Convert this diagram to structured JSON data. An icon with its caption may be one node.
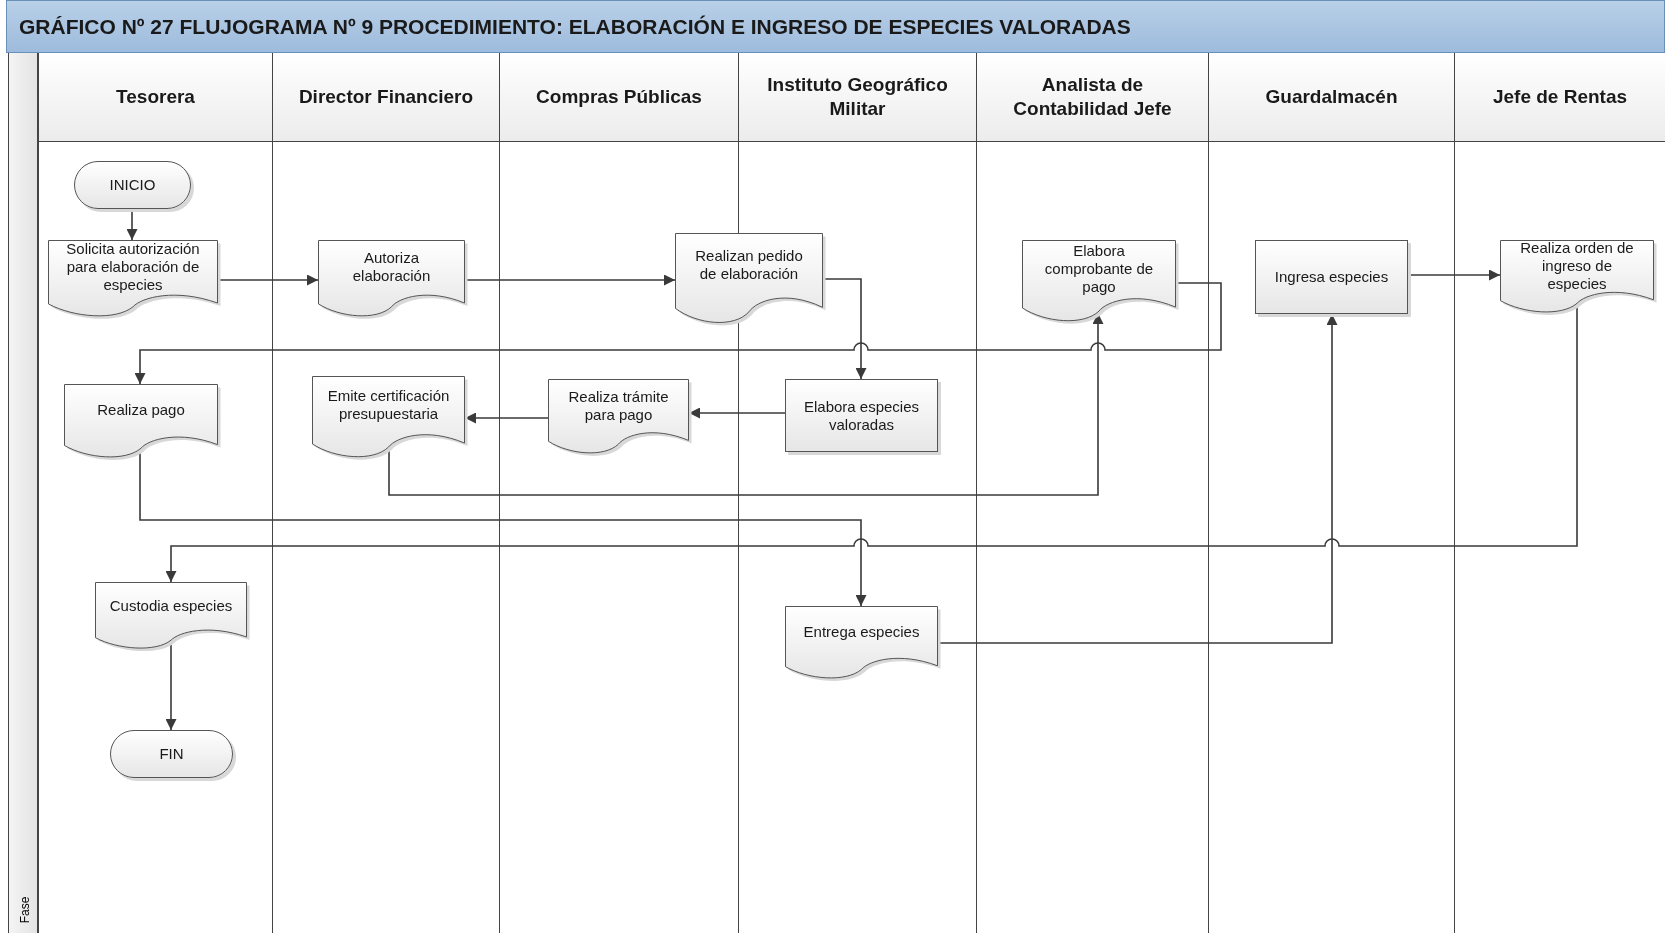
{
  "diagram": {
    "title": "GRÁFICO Nº 27 FLUJOGRAMA Nº 9 PROCEDIMIENTO: ELABORACIÓN E INGRESO DE ESPECIES VALORADAS",
    "nodes": [
      {
        "text": [
          "INICIO"
        ]
      },
      {
        "text": [
          "Solicita autorización para elaboración de especies"
        ]
      },
      {
        "text": [
          "Autoriza elaboración"
        ]
      },
      {
        "text": [
          "Realizan pedido de elaboración"
        ]
      },
      {
        "text": [
          "Elabora comprobante de pago"
        ]
      },
      {
        "text": [
          "Ingresa especies"
        ]
      },
      {
        "text": [
          "Realiza orden de ingreso de especies"
        ]
      },
      {
        "text": [
          "Realiza pago"
        ]
      },
      {
        "text": [
          "Emite certificación presupuestaria"
        ]
      },
      {
        "text": [
          "Realiza trámite para pago"
        ]
      },
      {
        "text": [
          "Elabora especies valoradas"
        ]
      },
      {
        "text": [
          "Custodia especies"
        ]
      },
      {
        "text": [
          "Entrega especies"
        ]
      },
      {
        "text": [
          "FIN"
        ]
      }
    ],
    "edges": [
      {
        "from": 0,
        "to": 1,
        "arrow": "to"
      },
      {
        "from": 1,
        "to": 2,
        "arrow": "to"
      },
      {
        "from": 2,
        "to": 3,
        "arrow": "to"
      },
      {
        "from": 3,
        "to": 10,
        "arrow": "to"
      },
      {
        "from": 10,
        "to": 9,
        "arrow": "to"
      },
      {
        "from": 9,
        "to": 8,
        "arrow": "to"
      },
      {
        "from": 8,
        "to": 4,
        "arrow": "to"
      },
      {
        "from": 4,
        "to": 7,
        "arrow": "to"
      },
      {
        "from": 7,
        "to": 12,
        "arrow": "to"
      },
      {
        "from": 12,
        "to": 5,
        "arrow": "to"
      },
      {
        "from": 5,
        "to": 6,
        "arrow": "to"
      },
      {
        "from": 6,
        "to": 11,
        "arrow": "to"
      },
      {
        "from": 11,
        "to": 13,
        "arrow": "to"
      }
    ],
    "labels": [
      "Tesorera",
      "Director Financiero",
      "Compras Públicas",
      "Instituto Geográfico Militar",
      "Analista de Contabilidad Jefe",
      "Guardalmacén",
      "Jefe de Rentas",
      "Fase"
    ]
  }
}
